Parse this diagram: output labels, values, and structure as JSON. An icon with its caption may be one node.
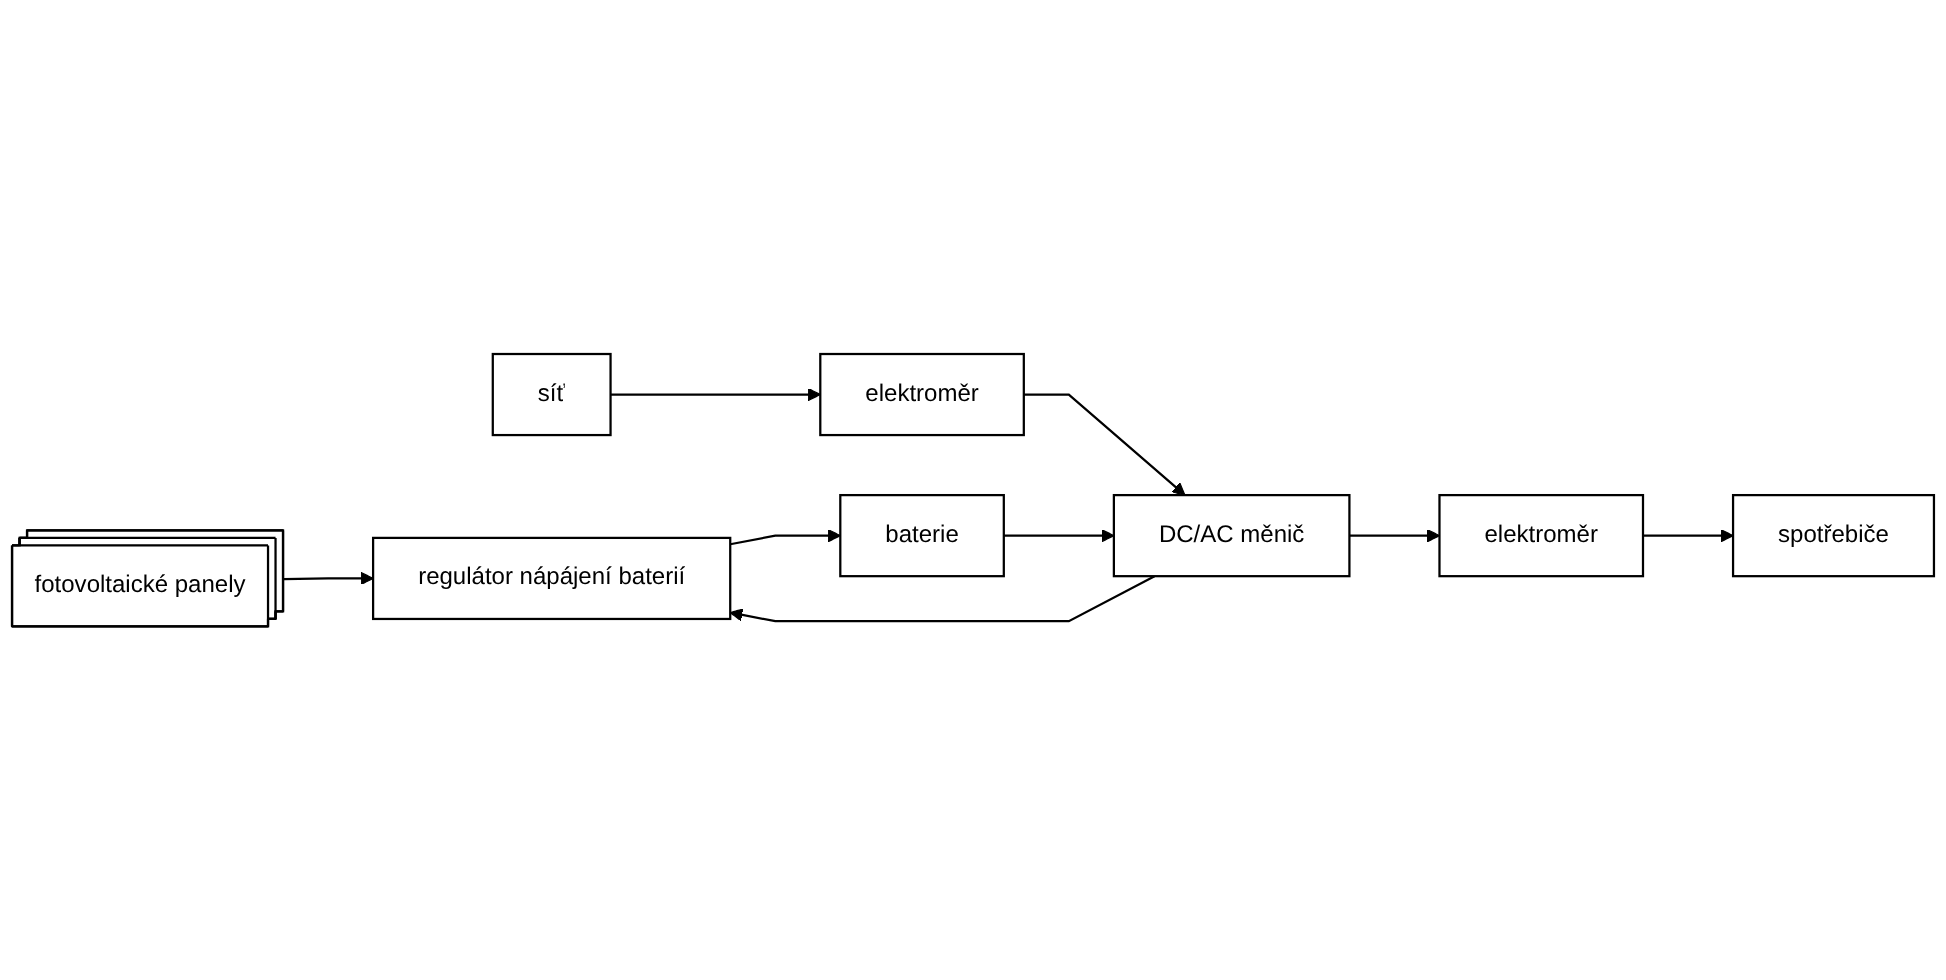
{
  "diagram": {
    "nodes": [
      {
        "text": [
          "fotovoltaické panely"
        ]
      },
      {
        "text": [
          "elektroměr"
        ]
      },
      {
        "text": [
          "síť"
        ]
      },
      {
        "text": [
          "DC/AC měnič"
        ]
      },
      {
        "text": [
          "elektroměr"
        ]
      },
      {
        "text": [
          "spotřebiče"
        ]
      },
      {
        "text": [
          "regulátor nápájení baterií"
        ]
      },
      {
        "text": [
          "baterie"
        ]
      }
    ],
    "edges": [
      {
        "from": 2,
        "to": 1,
        "arrow": "to"
      },
      {
        "from": 1,
        "to": 3,
        "arrow": "to"
      },
      {
        "from": 3,
        "to": 4,
        "arrow": "to"
      },
      {
        "from": 4,
        "to": 5,
        "arrow": "to"
      },
      {
        "from": 0,
        "to": 6,
        "arrow": "to"
      },
      {
        "from": 3,
        "to": 6,
        "arrow": "to"
      },
      {
        "from": 6,
        "to": 7,
        "arrow": "to"
      },
      {
        "from": 7,
        "to": 3,
        "arrow": "to"
      }
    ]
  }
}
